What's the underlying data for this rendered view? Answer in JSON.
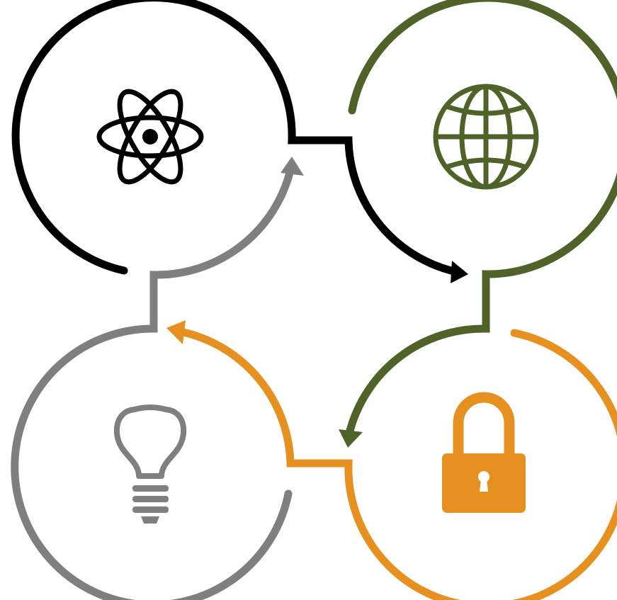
{
  "diagram": {
    "type": "cyclic-process",
    "nodes": [
      {
        "id": "science",
        "icon": "atom-icon",
        "color": "#000000"
      },
      {
        "id": "global",
        "icon": "globe-icon",
        "color": "#4F6228"
      },
      {
        "id": "security",
        "icon": "padlock-icon",
        "color": "#E6901F"
      },
      {
        "id": "idea",
        "icon": "lightbulb-icon",
        "color": "#7F7F7F"
      }
    ],
    "flow": [
      "science",
      "global",
      "security",
      "idea",
      "science"
    ]
  }
}
